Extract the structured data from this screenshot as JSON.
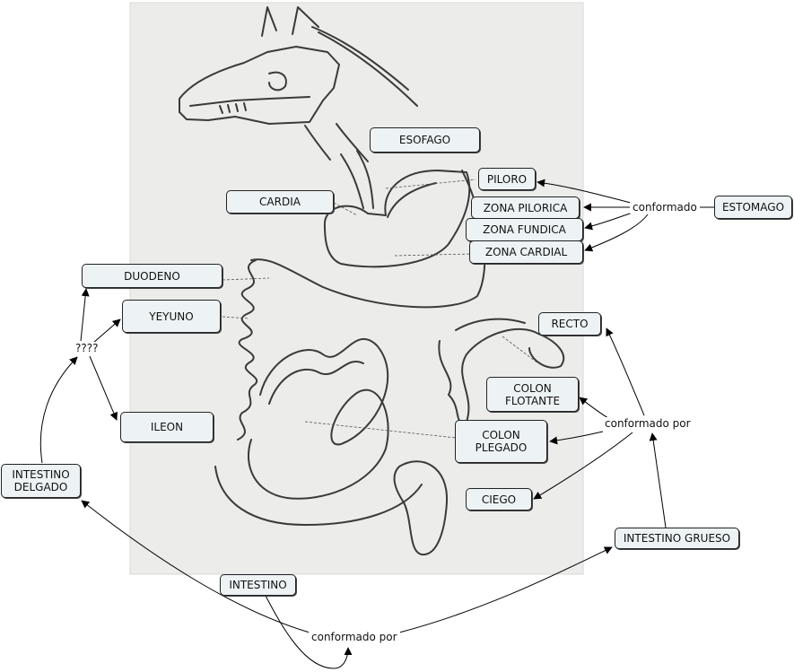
{
  "colors": {
    "node_fill": "#edf3f5",
    "node_border": "#222222",
    "paper": "#ececea",
    "ink": "#3a3a3a",
    "arrow": "#000000"
  },
  "nodes": {
    "esofago": "ESOFAGO",
    "piloro": "PILORO",
    "cardia": "CARDIA",
    "zona_pilorica": "ZONA PILORICA",
    "zona_fundica": "ZONA FUNDICA",
    "zona_cardial": "ZONA CARDIAL",
    "estomago": "ESTOMAGO",
    "duodeno": "DUODENO",
    "yeyuno": "YEYUNO",
    "ileon": "ILEON",
    "recto": "RECTO",
    "colon_flotante": "COLON\nFLOTANTE",
    "colon_plegado": "COLON\nPLEGADO",
    "ciego": "CIEGO",
    "intestino_delgado": "INTESTINO\nDELGADO",
    "intestino_grueso": "INTESTINO GRUESO",
    "intestino": "INTESTINO"
  },
  "links": {
    "estomago_link": "conformado",
    "grueso_link": "conformado por",
    "intestino_link": "conformado por",
    "delgado_link": "????"
  }
}
